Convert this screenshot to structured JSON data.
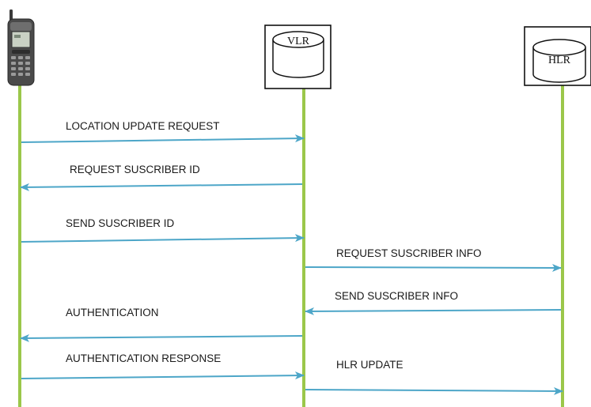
{
  "nodes": {
    "mobile": {
      "kind": "mobile-phone-icon"
    },
    "vlr": {
      "label": "VLR",
      "kind": "database-cylinder-icon"
    },
    "hlr": {
      "label": "HLR",
      "kind": "database-cylinder-icon"
    }
  },
  "colors": {
    "lifeline": "#9bc74a",
    "arrow": "#4da6c8",
    "text": "#1a1a1a"
  },
  "messages": [
    {
      "label": "LOCATION UPDATE REQUEST",
      "from": "mobile",
      "to": "vlr"
    },
    {
      "label": "REQUEST  SUSCRIBER  ID",
      "from": "vlr",
      "to": "mobile"
    },
    {
      "label": "SEND SUSCRIBER  ID",
      "from": "mobile",
      "to": "vlr"
    },
    {
      "label": "REQUEST  SUSCRIBER INFO",
      "from": "vlr",
      "to": "hlr"
    },
    {
      "label": "SEND SUSCRIBER  INFO",
      "from": "hlr",
      "to": "vlr"
    },
    {
      "label": "AUTHENTICATION",
      "from": "vlr",
      "to": "mobile"
    },
    {
      "label": "AUTHENTICATION  RESPONSE",
      "from": "mobile",
      "to": "vlr"
    },
    {
      "label": "HLR UPDATE",
      "from": "vlr",
      "to": "hlr"
    }
  ]
}
